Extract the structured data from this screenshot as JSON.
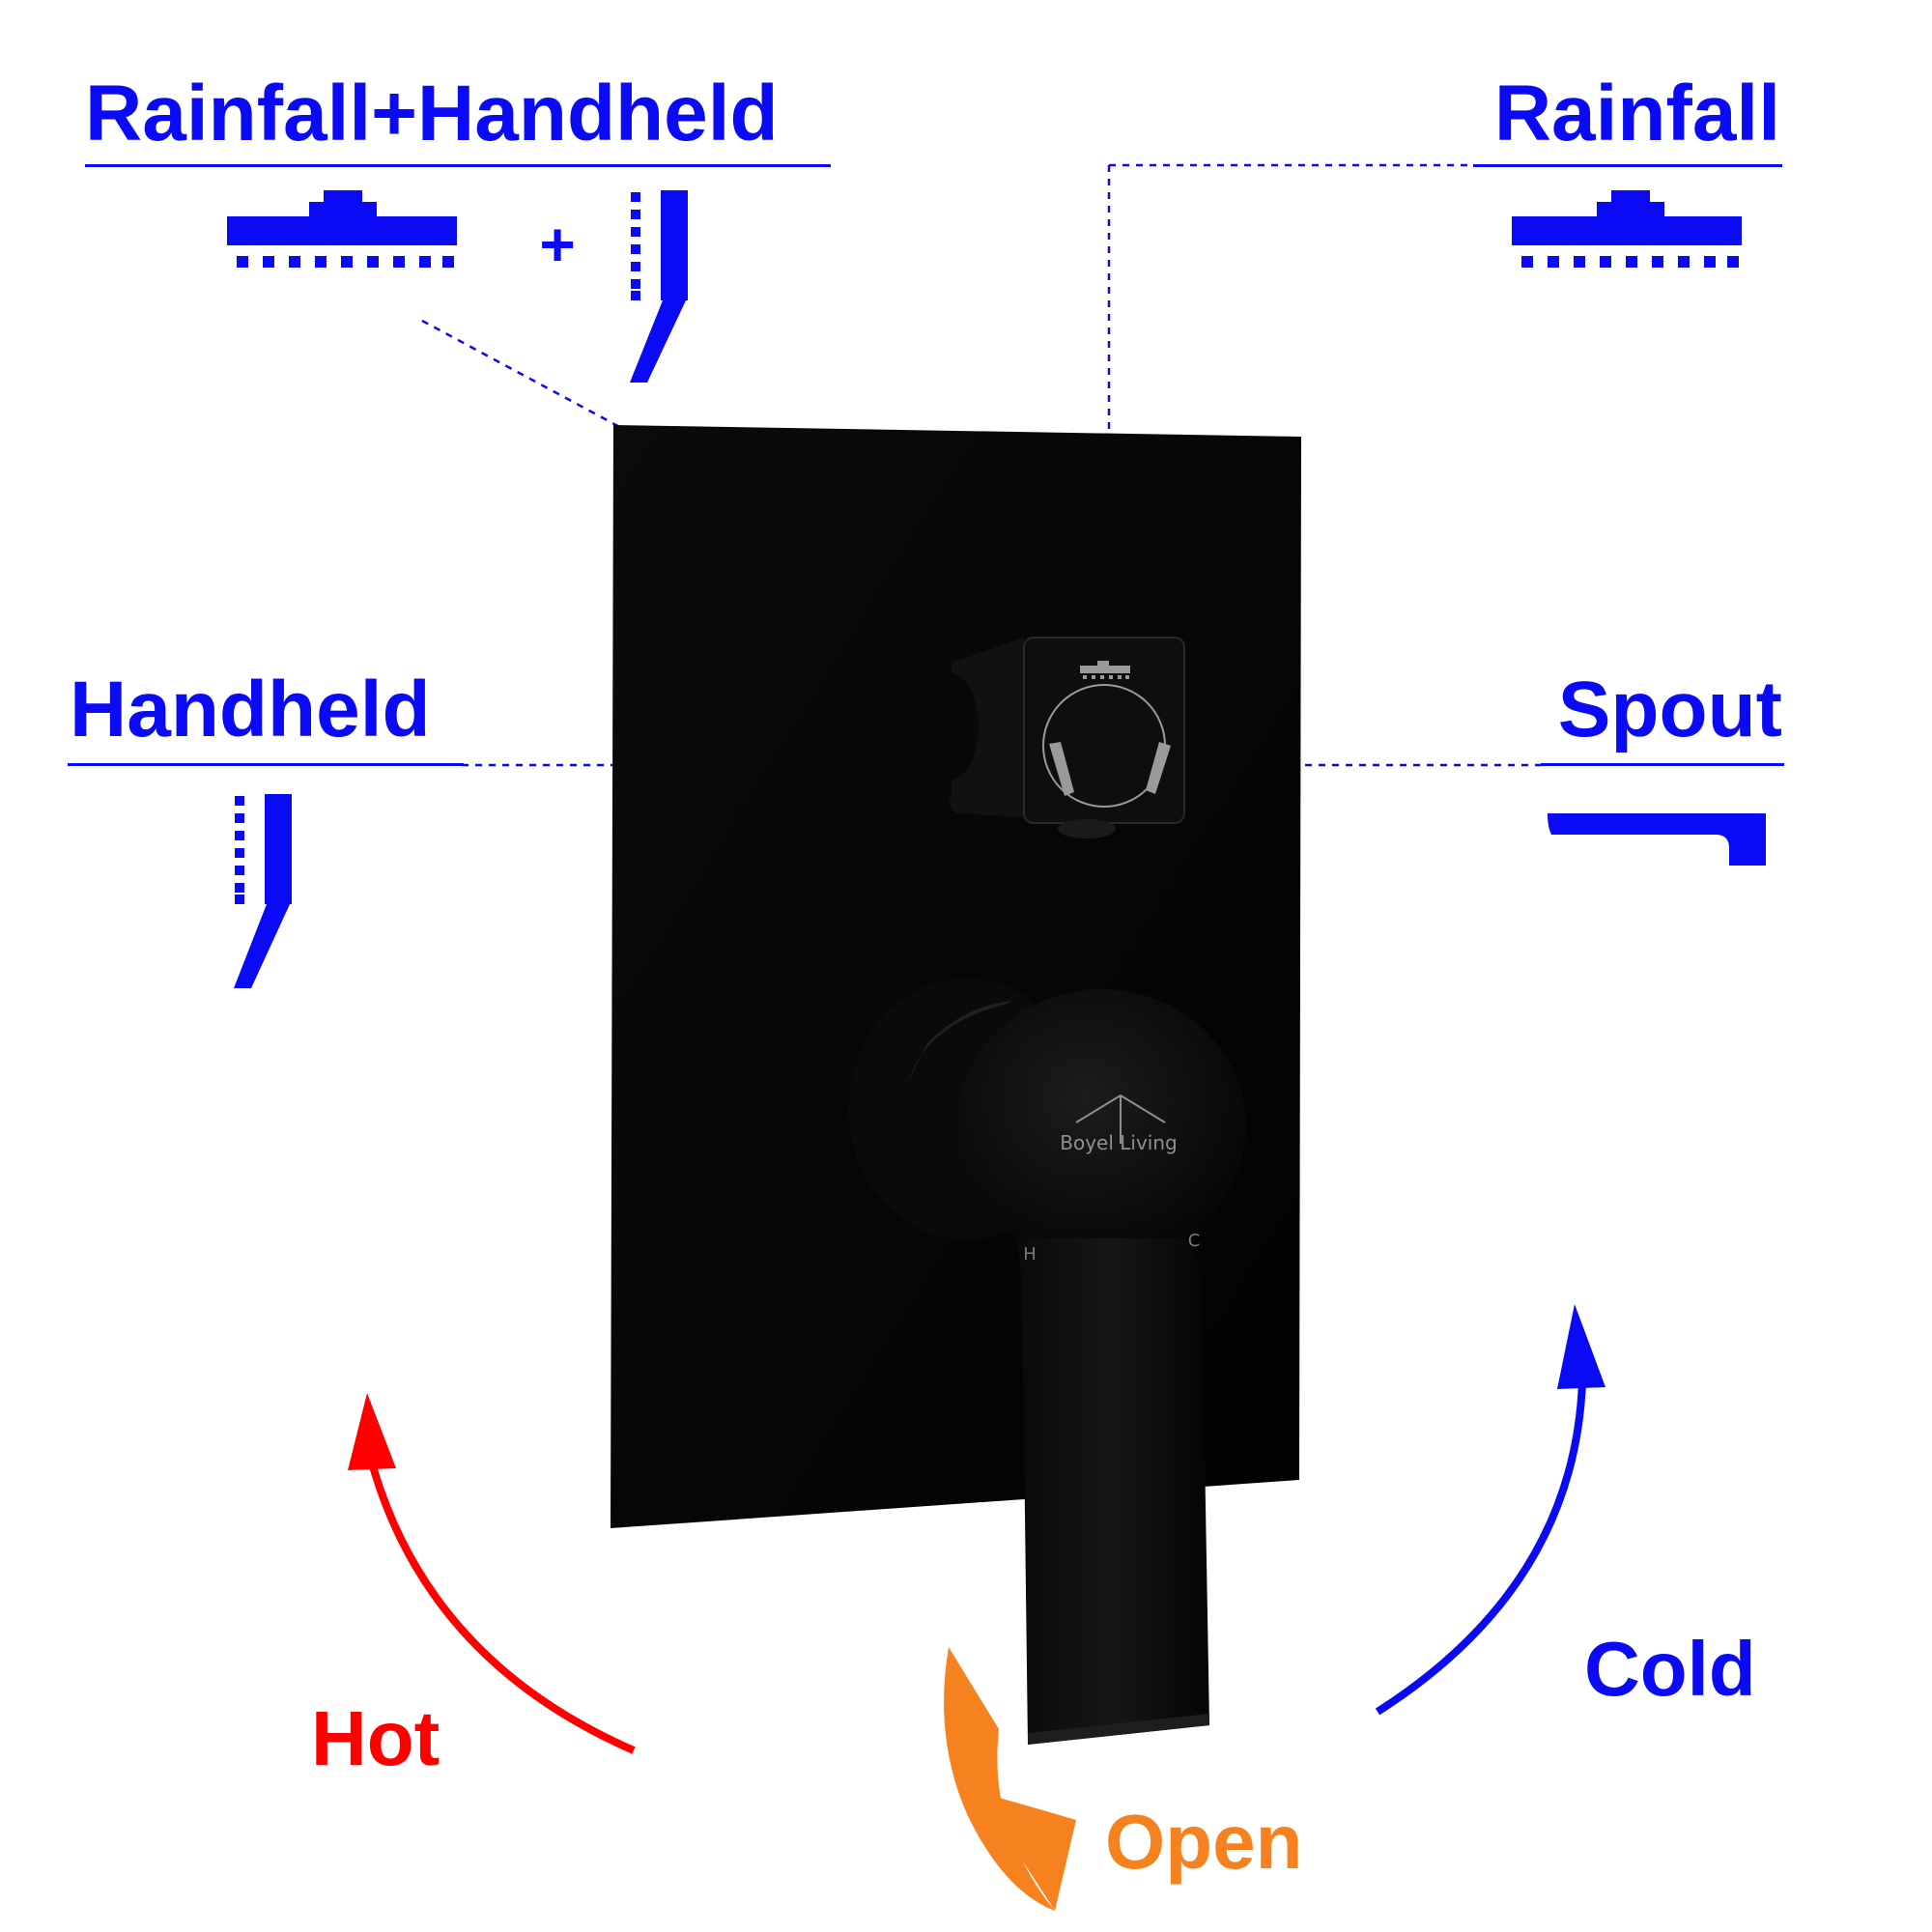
{
  "labels": {
    "rainfall_handheld": "Rainfall+Handheld",
    "plus": "+",
    "rainfall": "Rainfall",
    "handheld": "Handheld",
    "spout": "Spout",
    "hot": "Hot",
    "cold": "Cold",
    "open": "Open"
  },
  "device": {
    "brand": "Boyel Living",
    "hot_mark": "H",
    "cold_mark": "C"
  },
  "colors": {
    "annotation_blue": "#0a0af5",
    "hot_red": "#ff0000",
    "open_orange": "#f5821f",
    "fixture_black": "#050505"
  },
  "icons": {
    "rainfall": "rain-shower-head-icon",
    "handheld": "handheld-shower-icon",
    "spout": "tub-spout-icon"
  }
}
